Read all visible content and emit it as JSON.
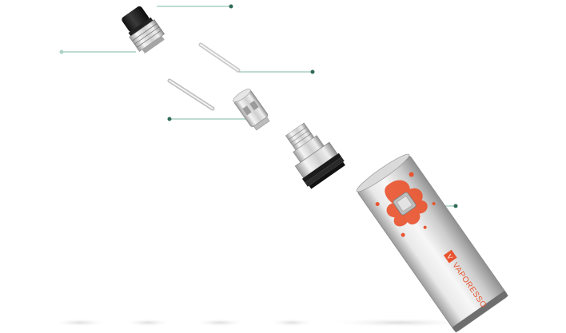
{
  "brand": {
    "name": "VAPORESSO",
    "logo_letter": "V",
    "logo_color": "#e8542f"
  },
  "colors": {
    "callout_line": "#7fb8a3",
    "callout_dot": "#2f6b57",
    "metal_light": "#f2f2f2",
    "metal_mid": "#c9c9c9",
    "metal_dark": "#8a8a8a",
    "drip_tip": "#1c1c1c",
    "splash": "#e85530"
  },
  "parts": [
    {
      "id": "drip-tip"
    },
    {
      "id": "top-cap"
    },
    {
      "id": "glass-tube"
    },
    {
      "id": "inner-glass"
    },
    {
      "id": "coil"
    },
    {
      "id": "base"
    },
    {
      "id": "battery"
    },
    {
      "id": "fire-button"
    }
  ]
}
